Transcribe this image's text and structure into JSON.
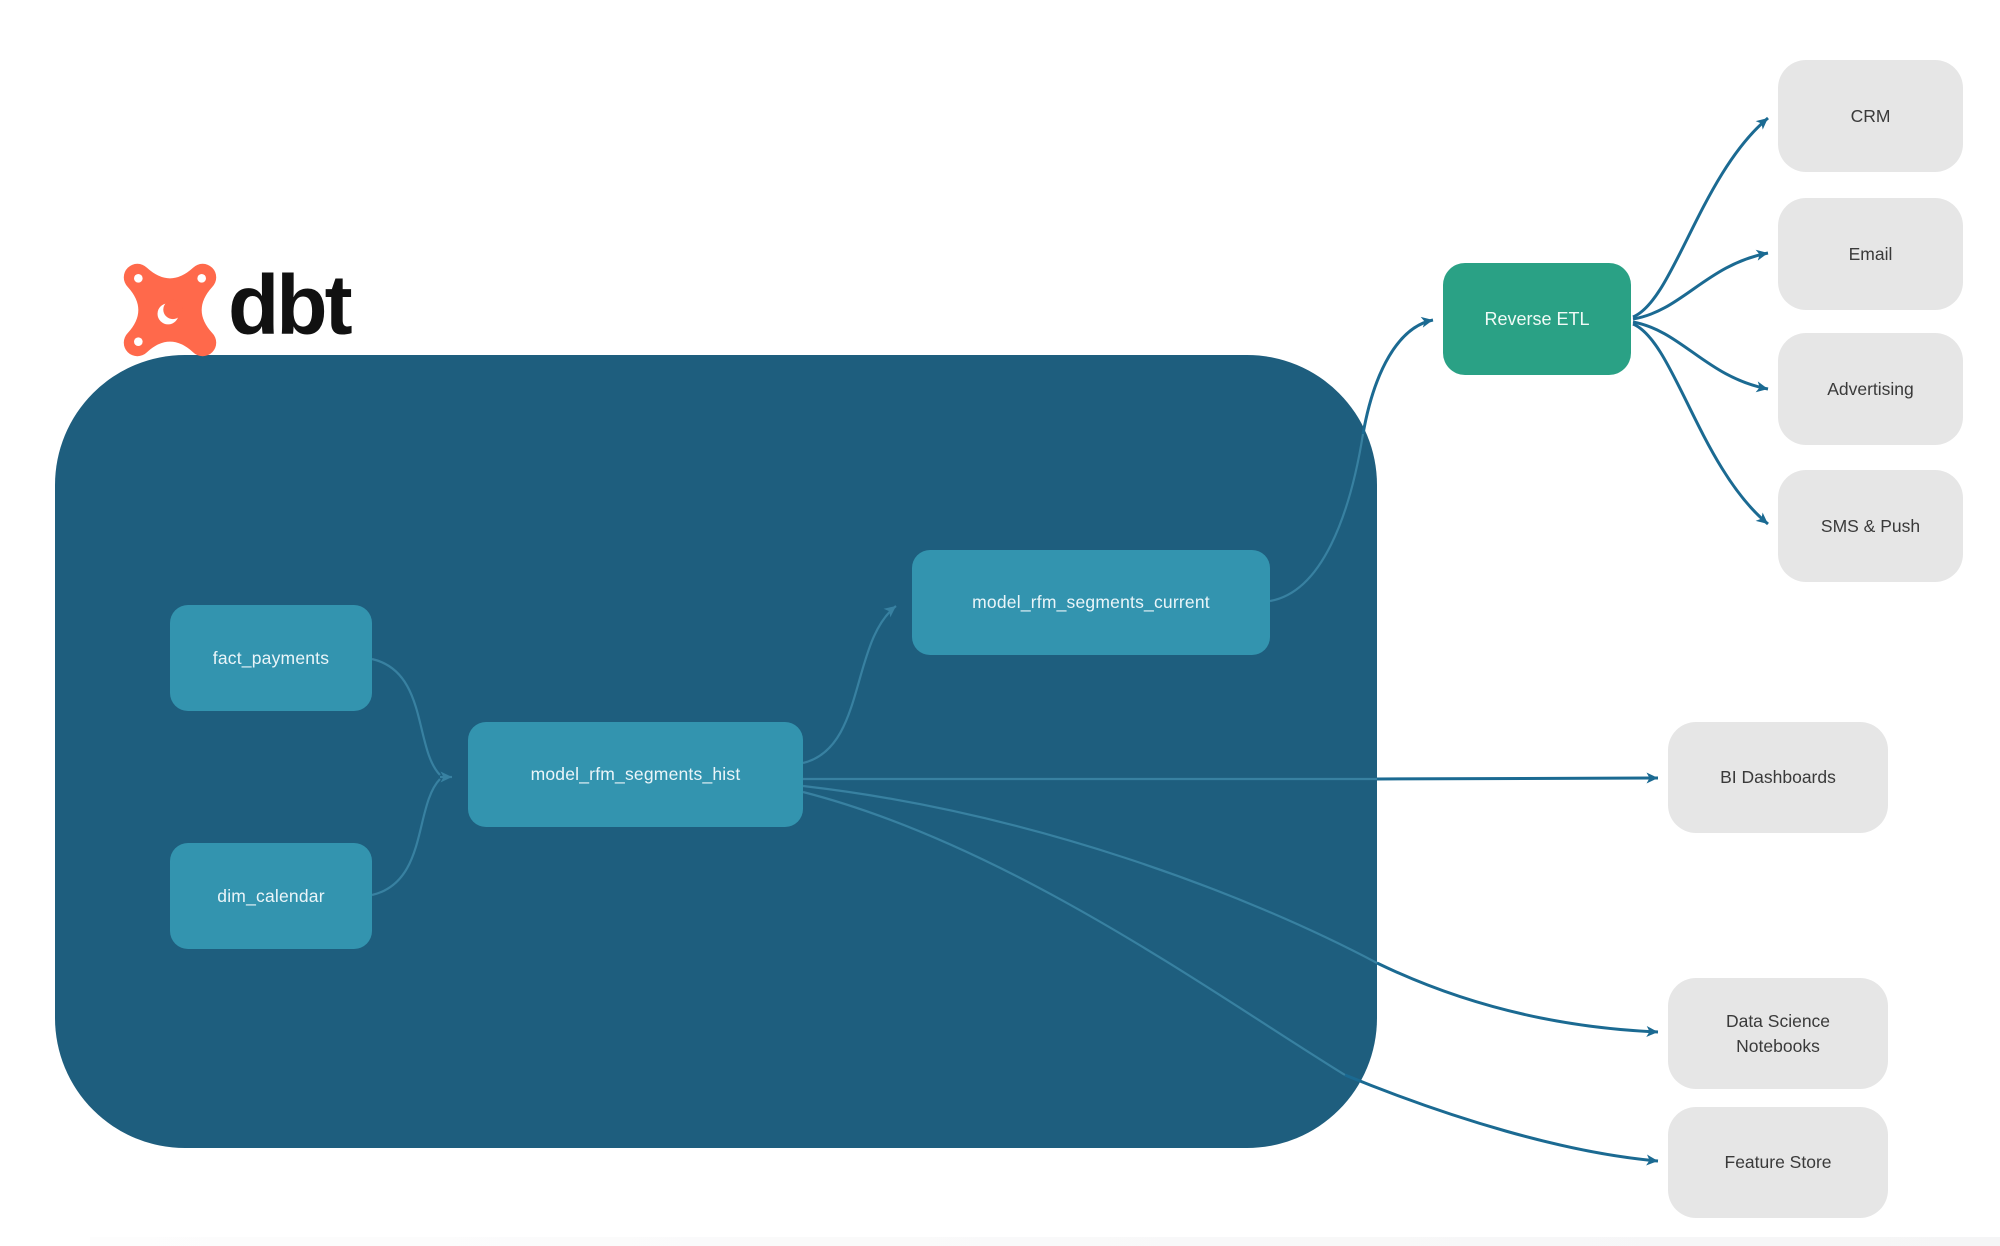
{
  "logo": {
    "text": "dbt"
  },
  "nodes": {
    "fact": {
      "label": "fact_payments"
    },
    "dim": {
      "label": "dim_calendar"
    },
    "hist": {
      "label": "model_rfm_segments_hist"
    },
    "current": {
      "label": "model_rfm_segments_current"
    },
    "reverse_etl": {
      "label": "Reverse ETL"
    },
    "crm": {
      "label": "CRM"
    },
    "email": {
      "label": "Email"
    },
    "advertising": {
      "label": "Advertising"
    },
    "sms_push": {
      "label": "SMS & Push"
    },
    "bi_dashboards": {
      "label": "BI Dashboards"
    },
    "ds_notebooks": {
      "label": "Data Science Notebooks"
    },
    "feature_store": {
      "label": "Feature Store"
    }
  },
  "edges": [
    {
      "from": "fact_payments",
      "to": "model_rfm_segments_hist"
    },
    {
      "from": "dim_calendar",
      "to": "model_rfm_segments_hist"
    },
    {
      "from": "model_rfm_segments_hist",
      "to": "model_rfm_segments_current"
    },
    {
      "from": "model_rfm_segments_hist",
      "to": "BI Dashboards"
    },
    {
      "from": "model_rfm_segments_hist",
      "to": "Data Science Notebooks"
    },
    {
      "from": "model_rfm_segments_hist",
      "to": "Feature Store"
    },
    {
      "from": "model_rfm_segments_current",
      "to": "Reverse ETL"
    },
    {
      "from": "Reverse ETL",
      "to": "CRM"
    },
    {
      "from": "Reverse ETL",
      "to": "Email"
    },
    {
      "from": "Reverse ETL",
      "to": "Advertising"
    },
    {
      "from": "Reverse ETL",
      "to": "SMS & Push"
    }
  ],
  "colors": {
    "container": "#1E5E7E",
    "node": "#3394AF",
    "node_text": "#EAF5F9",
    "reverse_etl": "#2AA185",
    "destination_bg": "#E6E6E6",
    "destination_text": "#3A3A3A",
    "edge_inside": "#3881A1",
    "edge_outside": "#1B6A92",
    "logo_orange": "#FF694B",
    "logo_text": "#111111"
  }
}
